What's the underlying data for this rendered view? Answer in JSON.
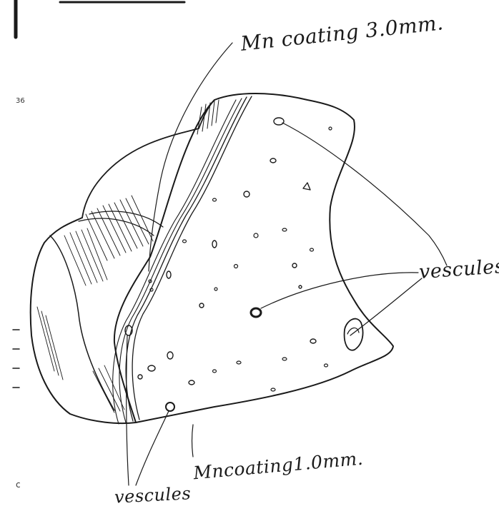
{
  "annotations": {
    "mn_coating_top": "Mn coating 3.0mm.",
    "vescules_right": "vescules",
    "mn_coating_bottom": "Mncoating1.0mm.",
    "vescules_bottom": "vescules"
  },
  "margin_marks": {
    "upper": "36",
    "lower": "c"
  },
  "colors": {
    "ink": "#1a1a1a",
    "paper": "#ffffff"
  }
}
